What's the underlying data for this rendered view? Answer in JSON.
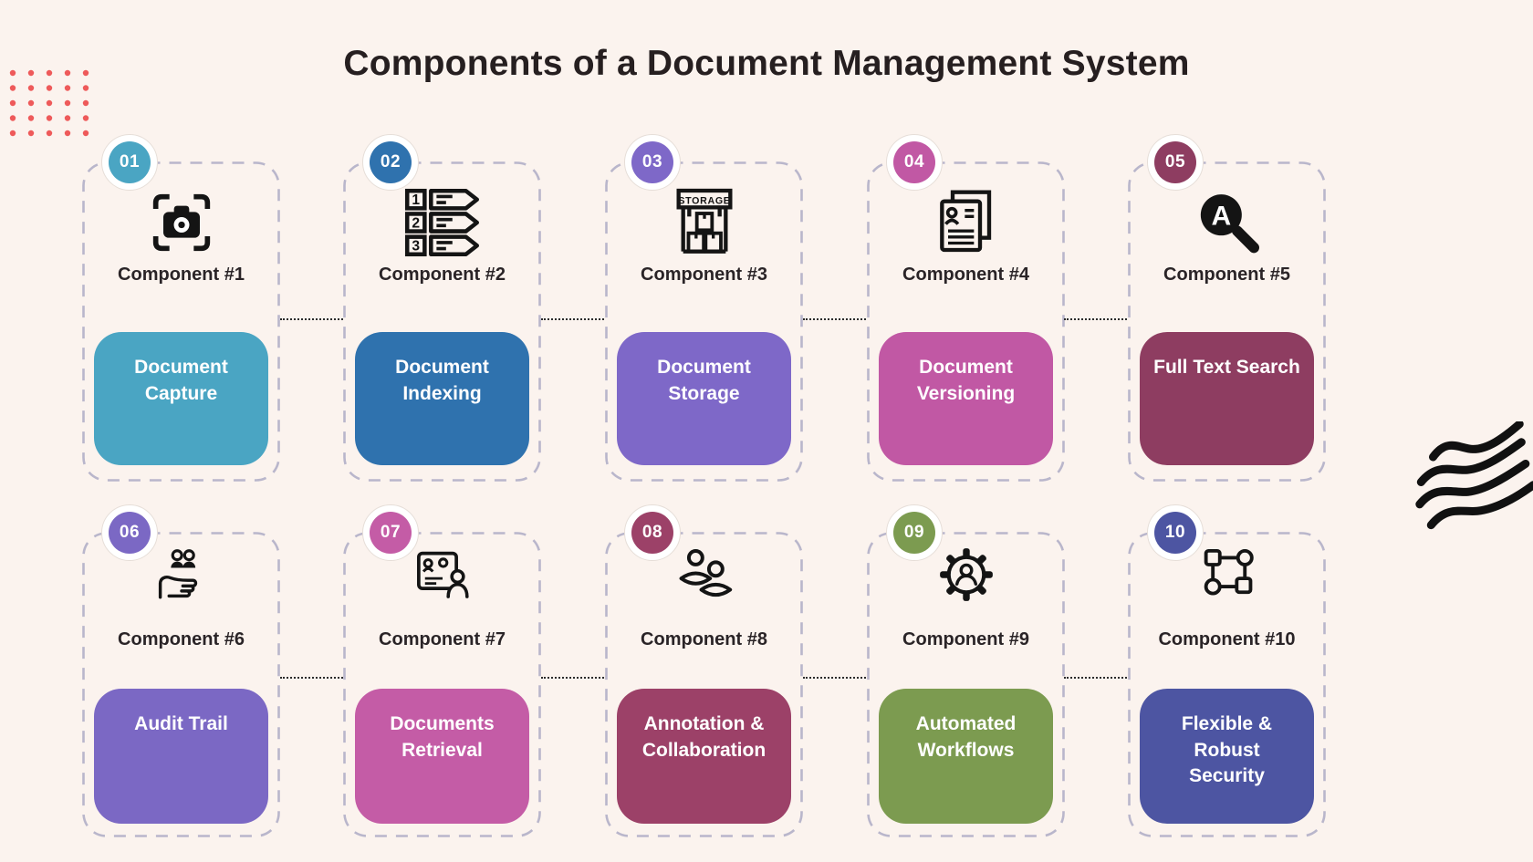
{
  "title": "Components of a Document Management System",
  "cards": [
    {
      "number": "01",
      "label": "Component #1",
      "name": "Document Capture",
      "color": "#4aa5c3",
      "icon": "camera-scan-icon"
    },
    {
      "number": "02",
      "label": "Component #2",
      "name": "Document Indexing",
      "color": "#2f72ae",
      "icon": "numbered-index-icon",
      "icon_numbers": [
        "1",
        "2",
        "3"
      ]
    },
    {
      "number": "03",
      "label": "Component #3",
      "name": "Document Storage",
      "color": "#7e68c8",
      "icon": "storage-warehouse-icon",
      "icon_text": "STORAGE"
    },
    {
      "number": "04",
      "label": "Component #4",
      "name": "Document Versioning",
      "color": "#c158a4",
      "icon": "document-versions-icon"
    },
    {
      "number": "05",
      "label": "Component #5",
      "name": "Full Text Search",
      "color": "#8e3d61",
      "icon": "letter-search-icon",
      "icon_text": "A"
    },
    {
      "number": "06",
      "label": "Component #6",
      "name": "Audit Trail",
      "color": "#7b68c4",
      "icon": "hand-people-icon"
    },
    {
      "number": "07",
      "label": "Component #7",
      "name": "Documents Retrieval",
      "color": "#c45ca6",
      "icon": "document-user-icon"
    },
    {
      "number": "08",
      "label": "Component #8",
      "name": "Annotation & Collaboration",
      "color": "#9c4168",
      "icon": "people-collaboration-icon"
    },
    {
      "number": "09",
      "label": "Component #9",
      "name": "Automated Workflows",
      "color": "#7c9b50",
      "icon": "gear-user-icon"
    },
    {
      "number": "10",
      "label": "Component #10",
      "name": "Flexible & Robust Security",
      "color": "#4d55a2",
      "icon": "workflow-nodes-icon"
    }
  ],
  "colors": {
    "background": "#fbf3ee",
    "title_text": "#261f20",
    "card_border": "#b9b6cb",
    "label_text": "#2a2427",
    "box_text": "#ffffff",
    "connector": "#2c2c2c",
    "dot_decoration": "#ee5a5a",
    "wave_decoration": "#111111",
    "icon_ink": "#141414"
  }
}
